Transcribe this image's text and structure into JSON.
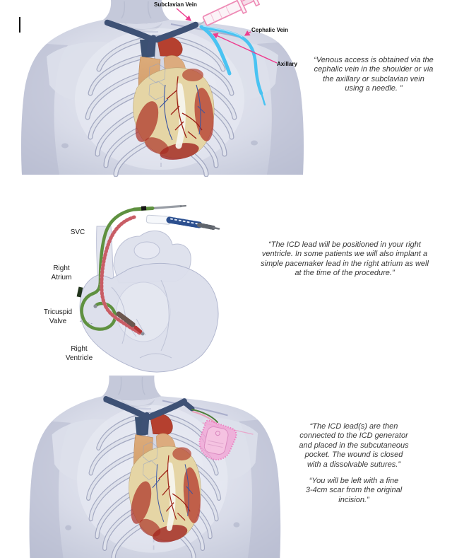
{
  "step1": {
    "labels": {
      "subclavian": "Subclavian Vein",
      "cephalic": "Cephalic Vein",
      "axillary": "Axillary"
    },
    "quote": "“Venous access is obtained via the\ncephalic vein in the shoulder or via\nthe axillary or subclavian vein\nusing a needle. ”"
  },
  "step2": {
    "labels": {
      "svc": "SVC",
      "right_atrium": "Right\nAtrium",
      "tricuspid_valve": "Tricuspid\nValve",
      "right_ventricle": "Right\nVentricle"
    },
    "quote": "“The ICD lead will be positioned in your right\nventricle. In some patients we will also implant a\nsimple pacemaker lead in the right atrium as well\nat the time of the procedure.”"
  },
  "step3": {
    "quote_pocket": "“The ICD lead(s) are then\nconnected to the ICD generator\nand placed in the subcutaneous\npocket. The wound is closed\nwith a dissolvable sutures.”",
    "quote_scar": "“You will be left with a fine\n3-4cm scar from the original\nincision.”"
  },
  "colors": {
    "annotation_pink": "#ee3d8f",
    "subclavian_vein_blue": "#3e5175",
    "cephalic_vein_cyan": "#49c3f2",
    "icd_generator_pink": "#f2a6d6",
    "pacemaker_lead_green": "#5f9140",
    "icd_lead_pink": "#ecc6d2",
    "heart_red": "#ab2c22",
    "body_grey": "#c9cdde",
    "quote_text": "#383838"
  }
}
